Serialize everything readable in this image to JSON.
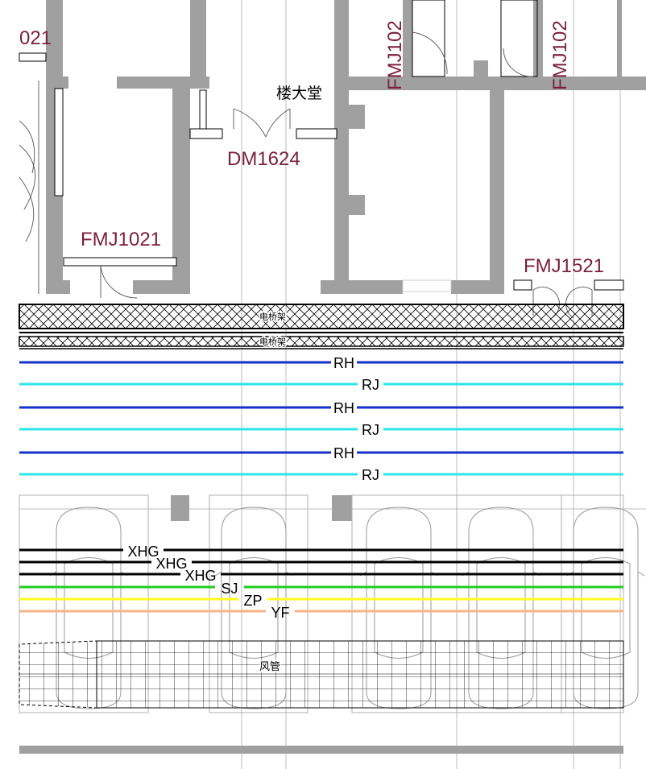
{
  "doors": {
    "fmj1021_top": "021",
    "fmj1021": "FMJ1021",
    "dm1624": "DM1624",
    "fmj1521": "FMJ1521",
    "fmj_v1": "FMJ102",
    "fmj_v2": "FMJ102"
  },
  "rooms": {
    "lobby": "楼大堂"
  },
  "trays": {
    "tray1": "电桥架",
    "tray2": "电桥架"
  },
  "pipes": [
    {
      "label": "RH",
      "color": "#1432c8"
    },
    {
      "label": "RJ",
      "color": "#2ee6e6"
    },
    {
      "label": "RH",
      "color": "#1432c8"
    },
    {
      "label": "RJ",
      "color": "#2ee6e6"
    },
    {
      "label": "RH",
      "color": "#1432c8"
    },
    {
      "label": "RJ",
      "color": "#2ee6e6"
    }
  ],
  "lower_pipes": [
    {
      "label": "XHG",
      "color": "#000000"
    },
    {
      "label": "XHG",
      "color": "#000000"
    },
    {
      "label": "XHG",
      "color": "#000000"
    },
    {
      "label": "SJ",
      "color": "#22cc22"
    },
    {
      "label": "ZP",
      "color": "#ffff22"
    },
    {
      "label": "YF",
      "color": "#f5b48a"
    }
  ],
  "duct": {
    "label": "风管"
  },
  "colors": {
    "wall": "#a0a0a0",
    "door_text": "#7a1f3d"
  }
}
